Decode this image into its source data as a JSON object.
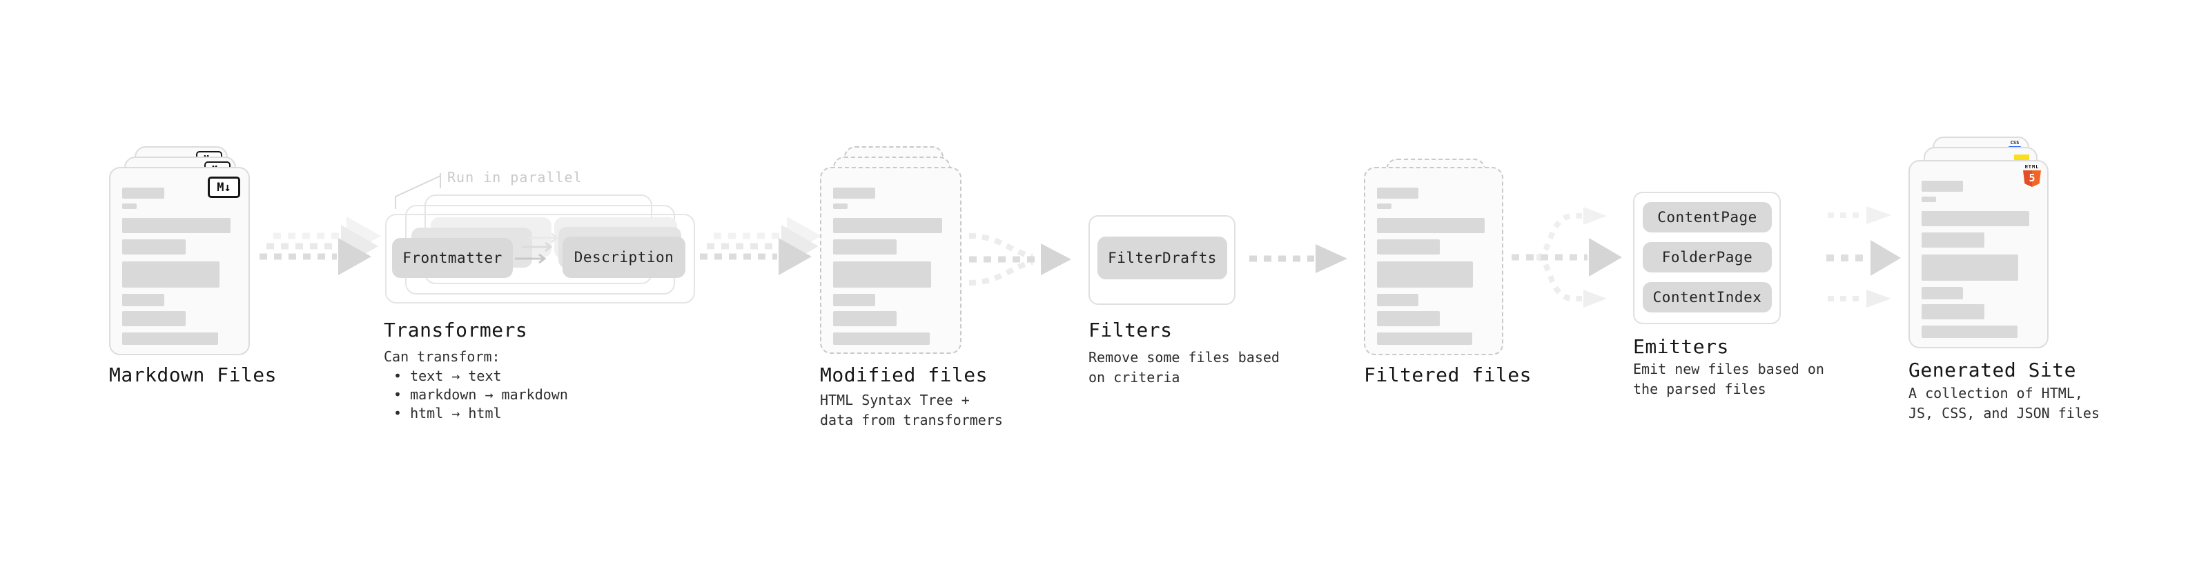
{
  "diagram": {
    "markdown": {
      "label": "Markdown Files",
      "icon": "M↓"
    },
    "transformers": {
      "heading": "Transformers",
      "annotation": "Run in parallel",
      "frontmatter": "Frontmatter",
      "description": "Description",
      "sub_title": "Can transform:",
      "bullets": [
        "text → text",
        "markdown → markdown",
        "html → html"
      ]
    },
    "modified": {
      "label": "Modified files",
      "sub": [
        "HTML Syntax Tree +",
        "data from transformers"
      ]
    },
    "filters": {
      "heading": "Filters",
      "button": "FilterDrafts",
      "sub": [
        "Remove some files based",
        "on criteria"
      ]
    },
    "filtered": {
      "label": "Filtered files"
    },
    "emitters": {
      "heading": "Emitters",
      "buttons": [
        "ContentPage",
        "FolderPage",
        "ContentIndex"
      ],
      "sub": [
        "Emit new files based on",
        "the parsed files"
      ]
    },
    "generated": {
      "label": "Generated Site",
      "sub": [
        "A collection of HTML,",
        "JS, CSS, and JSON files"
      ],
      "css_badge": "CSS",
      "html_badge": "HTML",
      "html_badge_number": "5"
    }
  },
  "file_bars": [
    {
      "w": 37,
      "h": 16,
      "mt": 0
    },
    {
      "w": 13,
      "h": 8,
      "mt": 7
    },
    {
      "w": 96,
      "h": 22,
      "mt": 13
    },
    {
      "w": 56,
      "h": 22,
      "mt": 9
    },
    {
      "w": 86,
      "h": 38,
      "mt": 10
    },
    {
      "w": 37,
      "h": 18,
      "mt": 9
    },
    {
      "w": 56,
      "h": 22,
      "mt": 7
    },
    {
      "w": 85,
      "h": 18,
      "mt": 9
    }
  ],
  "colors": {
    "bar": "#d9d9d9",
    "button": "#d9d9d9",
    "card_border": "#dcdcdc",
    "dashed_border": "#c9c9c9",
    "arrow": "#dcdcdc",
    "annotation": "#c9c9c9",
    "html5_orange": "#e44d26",
    "html5_orange_light": "#f16529",
    "js_yellow": "#f7df1e",
    "css_blue": "#2965f1",
    "markdown_icon": "#161616"
  }
}
